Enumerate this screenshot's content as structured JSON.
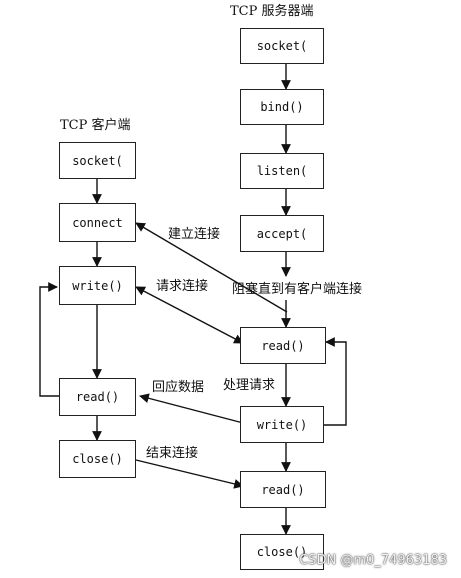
{
  "server": {
    "title": "TCP 服务器端",
    "boxes": {
      "socket": "socket(",
      "bind": "bind()",
      "listen": "listen(",
      "accept": "accept(",
      "read1": "read()",
      "write": "write()",
      "read2": "read()",
      "close": "close()"
    },
    "block_note": "阻塞直到有客户端连接"
  },
  "client": {
    "title": "TCP 客户端",
    "boxes": {
      "socket": "socket(",
      "connect": "connect",
      "write": "write()",
      "read": "read()",
      "close": "close()"
    }
  },
  "edges": {
    "establish": "建立连接",
    "request": "请求连接",
    "reply": "回应数据",
    "process": "处理请求",
    "end": "结束连接"
  },
  "watermark": "CSDN @m0_74963183"
}
